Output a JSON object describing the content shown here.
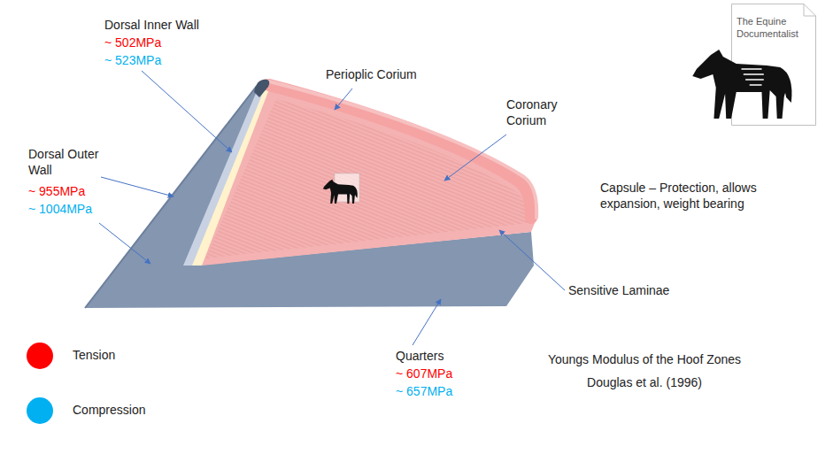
{
  "diagram": {
    "nodes": [
      {
        "text": [
          "The Equine Documentalist"
        ]
      }
    ],
    "labels": [
      "Dorsal Inner Wall",
      "~ 502MPa",
      "~ 523MPa",
      "Perioplic Corium",
      "Coronary Corium",
      "Dorsal Outer Wall",
      "~ 955MPa",
      "~ 1004MPa",
      "Capsule – Protection, allows expansion, weight bearing",
      "Sensitive Laminae",
      "Quarters",
      "~ 607MPa",
      "~ 657MPa",
      "Youngs Modulus of the Hoof Zones",
      "Douglas et al. (1996)"
    ],
    "legend": [
      {
        "text": "Tension",
        "color": "#ff0000"
      },
      {
        "text": "Compression",
        "color": "#00b0f0"
      }
    ]
  }
}
